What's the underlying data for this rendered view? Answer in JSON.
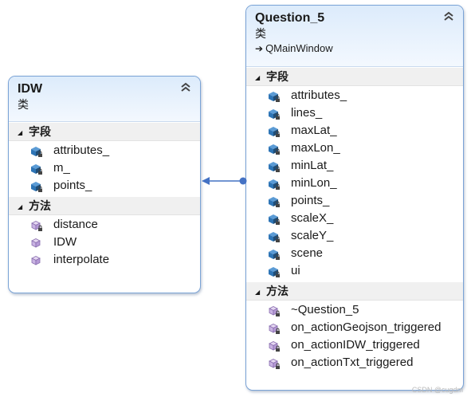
{
  "classes": {
    "idw": {
      "name": "IDW",
      "stereotype": "类",
      "fields_label": "字段",
      "fields": [
        "attributes_",
        "m_",
        "points_"
      ],
      "methods_label": "方法",
      "methods": [
        "distance",
        "IDW",
        "interpolate"
      ]
    },
    "question5": {
      "name": "Question_5",
      "stereotype": "类",
      "base": "QMainWindow",
      "fields_label": "字段",
      "fields": [
        "attributes_",
        "lines_",
        "maxLat_",
        "maxLon_",
        "minLat_",
        "minLon_",
        "points_",
        "scaleX_",
        "scaleY_",
        "scene",
        "ui"
      ],
      "methods_label": "方法",
      "methods": [
        "~Question_5",
        "on_actionGeojson_triggered",
        "on_actionIDW_triggered",
        "on_actionTxt_triggered"
      ]
    }
  },
  "colors": {
    "border": "#7aa3d6",
    "header_bg": "#dcebfb",
    "connector": "#4472c4"
  },
  "watermark": "CSDN @cugdm"
}
